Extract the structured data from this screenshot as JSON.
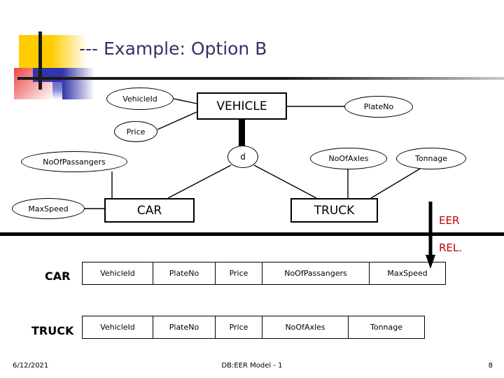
{
  "slide": {
    "title": "--- Example: Option B",
    "title_color": "#333366"
  },
  "decor": {
    "yellow": "#FFCC00",
    "blue": "#3333AA",
    "red": "#EE4444",
    "line": "#1A1A1A"
  },
  "diagram": {
    "entities": [
      {
        "name": "VEHICLE"
      },
      {
        "name": "CAR"
      },
      {
        "name": "TRUCK"
      }
    ],
    "specialization_symbol": "d",
    "attributes": [
      {
        "name": "VehicleId"
      },
      {
        "name": "Price"
      },
      {
        "name": "PlateNo"
      },
      {
        "name": "NoOfPassangers"
      },
      {
        "name": "MaxSpeed"
      },
      {
        "name": "NoOfAxles"
      },
      {
        "name": "Tonnage"
      }
    ]
  },
  "annotation": {
    "top_label": "EER",
    "bottom_label": "REL.",
    "color": "#C00000"
  },
  "relations": [
    {
      "label": "CAR",
      "columns": [
        "VehicleId",
        "PlateNo",
        "Price",
        "NoOfPassangers",
        "MaxSpeed"
      ]
    },
    {
      "label": "TRUCK",
      "columns": [
        "VehicleId",
        "PlateNo",
        "Price",
        "NoOfAxles",
        "Tonnage"
      ]
    }
  ],
  "footer": {
    "date": "6/12/2021",
    "center": "DB:EER Model - 1",
    "page": "8"
  }
}
